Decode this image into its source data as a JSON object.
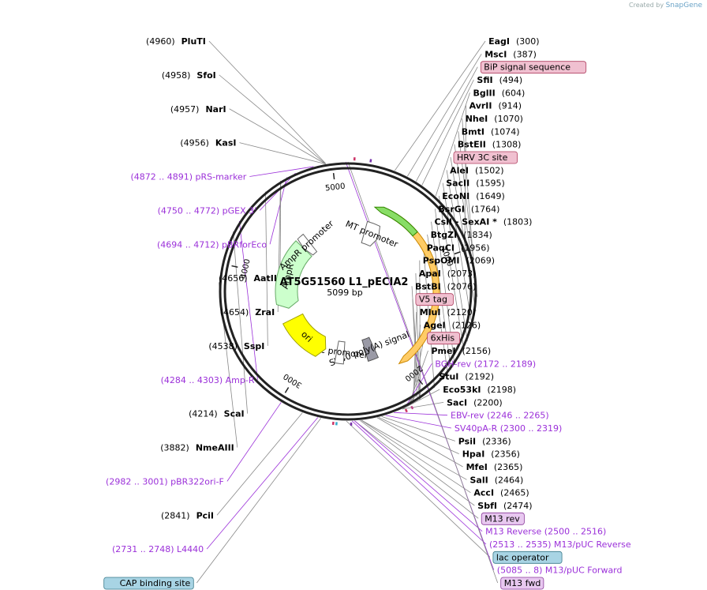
{
  "brand": {
    "prefix": "Created by",
    "name": "SnapGene"
  },
  "plasmid": {
    "name": "AT5G51560 L1_pECIA2",
    "size_label": "5099 bp",
    "length": 5099
  },
  "ruler": [
    {
      "bp": 1000,
      "label": "1000"
    },
    {
      "bp": 2000,
      "label": "2000"
    },
    {
      "bp": 3000,
      "label": "3000"
    },
    {
      "bp": 4000,
      "label": "4000"
    },
    {
      "bp": 5000,
      "label": "5000"
    }
  ],
  "features": [
    {
      "name": "MT promoter",
      "start": 220,
      "end": 420,
      "color": "#ffffff",
      "stroke": "#666666",
      "direction": 1,
      "ring": 1
    },
    {
      "name": "SV40 poly(A) signal",
      "start": 2200,
      "end": 2320,
      "color": "#9a9aa6",
      "stroke": "#555555",
      "direction": 0,
      "ring": 1
    },
    {
      "name": "lac promoter",
      "start": 2600,
      "end": 2700,
      "color": "#ffffff",
      "stroke": "#666666",
      "direction": 0,
      "ring": 1
    },
    {
      "name": "ori",
      "start": 2850,
      "end": 3450,
      "color": "#ffff00",
      "stroke": "#a0a000",
      "direction": -1,
      "ring": 1
    },
    {
      "name": "AmpR",
      "start": 3600,
      "end": 4450,
      "color": "#ccffcc",
      "stroke": "#66aa66",
      "direction": -1,
      "ring": 1
    },
    {
      "name": "AmpR promoter",
      "start": 4450,
      "end": 4560,
      "color": "#ffffff",
      "stroke": "#666666",
      "direction": -1,
      "ring": 1
    },
    {
      "name": "",
      "start": 450,
      "end": 2050,
      "color": "#ffcc66",
      "stroke": "#cc8800",
      "direction": 1,
      "ring": 2
    },
    {
      "name": "",
      "start": 250,
      "end": 700,
      "color": "#88dd66",
      "stroke": "#338800",
      "direction": -1,
      "ring": 2
    }
  ],
  "markers": [
    {
      "bp": 40,
      "color": "#cc3366"
    },
    {
      "bp": 140,
      "color": "#7733aa"
    },
    {
      "bp": 2530,
      "color": "#7733aa"
    },
    {
      "bp": 2620,
      "color": "#33aacc"
    },
    {
      "bp": 2640,
      "color": "#cc3366"
    },
    {
      "bp": 2180,
      "color": "#cc3366"
    },
    {
      "bp": 2140,
      "color": "#bb4488"
    }
  ],
  "labels": [
    {
      "kind": "primer",
      "text": "(5085 .. 8)  M13/pUC Forward",
      "bp": 5085,
      "anchor": "end"
    },
    {
      "kind": "box",
      "text": "M13 fwd",
      "bp": 5099,
      "box_color": "#e8c8f0",
      "box_stroke": "#8a3a9a",
      "anchor": "start"
    },
    {
      "kind": "enzyme",
      "name": "PluTI",
      "pos": "(4960)",
      "bp": 4960,
      "anchor": "end"
    },
    {
      "kind": "enzyme",
      "name": "SfoI",
      "pos": "(4958)",
      "bp": 4958,
      "anchor": "end"
    },
    {
      "kind": "enzyme",
      "name": "NarI",
      "pos": "(4957)",
      "bp": 4957,
      "anchor": "end"
    },
    {
      "kind": "enzyme",
      "name": "KasI",
      "pos": "(4956)",
      "bp": 4956,
      "anchor": "end"
    },
    {
      "kind": "primer",
      "text": "(4872 .. 4891)  pRS-marker",
      "bp": 4880,
      "anchor": "end"
    },
    {
      "kind": "primer",
      "text": "(4750 .. 4772)  pGEX 3'",
      "bp": 4760,
      "anchor": "end"
    },
    {
      "kind": "primer",
      "text": "(4694 .. 4712)  pBRforEco",
      "bp": 4700,
      "anchor": "end"
    },
    {
      "kind": "enzyme",
      "name": "AatII",
      "pos": "(4656)",
      "bp": 4656,
      "anchor": "end"
    },
    {
      "kind": "enzyme",
      "name": "ZraI",
      "pos": "(4654)",
      "bp": 4654,
      "anchor": "end"
    },
    {
      "kind": "enzyme",
      "name": "SspI",
      "pos": "(4538)",
      "bp": 4538,
      "anchor": "end"
    },
    {
      "kind": "primer",
      "text": "(4284 .. 4303)  Amp-R",
      "bp": 4290,
      "anchor": "end"
    },
    {
      "kind": "enzyme",
      "name": "ScaI",
      "pos": "(4214)",
      "bp": 4214,
      "anchor": "end"
    },
    {
      "kind": "enzyme",
      "name": "NmeAIII",
      "pos": "(3882)",
      "bp": 3882,
      "anchor": "end"
    },
    {
      "kind": "enzyme",
      "name": "EagI",
      "pos": "(300)",
      "bp": 300,
      "anchor": "start"
    },
    {
      "kind": "enzyme",
      "name": "MscI",
      "pos": "(387)",
      "bp": 387,
      "anchor": "start"
    },
    {
      "kind": "box",
      "text": "BiP signal sequence",
      "bp": 450,
      "box_color": "#f0c0d0",
      "box_stroke": "#b04060",
      "anchor": "start"
    },
    {
      "kind": "enzyme",
      "name": "SfiI",
      "pos": "(494)",
      "bp": 494,
      "anchor": "start"
    },
    {
      "kind": "enzyme",
      "name": "BglII",
      "pos": "(604)",
      "bp": 604,
      "anchor": "start"
    },
    {
      "kind": "enzyme",
      "name": "AvrII",
      "pos": "(914)",
      "bp": 914,
      "anchor": "start"
    },
    {
      "kind": "enzyme",
      "name": "NheI",
      "pos": "(1070)",
      "bp": 1070,
      "anchor": "start"
    },
    {
      "kind": "enzyme",
      "name": "BmtI",
      "pos": "(1074)",
      "bp": 1074,
      "anchor": "start"
    },
    {
      "kind": "enzyme",
      "name": "BstEII",
      "pos": "(1308)",
      "bp": 1308,
      "anchor": "start"
    },
    {
      "kind": "box",
      "text": "HRV 3C site",
      "bp": 1400,
      "box_color": "#f0c0d0",
      "box_stroke": "#b04060",
      "anchor": "start"
    },
    {
      "kind": "enzyme",
      "name": "AleI",
      "pos": "(1502)",
      "bp": 1502,
      "anchor": "start"
    },
    {
      "kind": "enzyme",
      "name": "SacII",
      "pos": "(1595)",
      "bp": 1595,
      "anchor": "start"
    },
    {
      "kind": "enzyme",
      "name": "EcoNI",
      "pos": "(1649)",
      "bp": 1649,
      "anchor": "start"
    },
    {
      "kind": "enzyme",
      "name": "BsrGI",
      "pos": "(1764)",
      "bp": 1764,
      "anchor": "start"
    },
    {
      "kind": "enzyme",
      "name": "CsiI  -  SexAI *",
      "pos": "(1803)",
      "bp": 1803,
      "anchor": "start"
    },
    {
      "kind": "enzyme",
      "name": "BtgZI",
      "pos": "(1834)",
      "bp": 1834,
      "anchor": "start"
    },
    {
      "kind": "enzyme",
      "name": "PaqCI",
      "pos": "(1956)",
      "bp": 1956,
      "anchor": "start"
    },
    {
      "kind": "enzyme",
      "name": "PspOMI",
      "pos": "(2069)",
      "bp": 2069,
      "anchor": "start"
    },
    {
      "kind": "enzyme",
      "name": "ApaI",
      "pos": "(2073)",
      "bp": 2073,
      "anchor": "start"
    },
    {
      "kind": "enzyme",
      "name": "BstBI",
      "pos": "(2076)",
      "bp": 2076,
      "anchor": "start"
    },
    {
      "kind": "box",
      "text": "V5 tag",
      "bp": 2090,
      "box_color": "#f0c0d0",
      "box_stroke": "#b04060",
      "anchor": "start"
    },
    {
      "kind": "enzyme",
      "name": "MluI",
      "pos": "(2120)",
      "bp": 2120,
      "anchor": "start"
    },
    {
      "kind": "enzyme",
      "name": "AgeI",
      "pos": "(2126)",
      "bp": 2126,
      "anchor": "start"
    },
    {
      "kind": "box",
      "text": "6xHis",
      "bp": 2140,
      "box_color": "#f0c0d0",
      "box_stroke": "#b04060",
      "anchor": "start"
    },
    {
      "kind": "enzyme",
      "name": "PmeI",
      "pos": "(2156)",
      "bp": 2156,
      "anchor": "start"
    },
    {
      "kind": "primer",
      "text": "BGH-rev  (2172 .. 2189)",
      "bp": 2180,
      "anchor": "start"
    },
    {
      "kind": "enzyme",
      "name": "StuI",
      "pos": "(2192)",
      "bp": 2192,
      "anchor": "start"
    },
    {
      "kind": "enzyme",
      "name": "Eco53kI",
      "pos": "(2198)",
      "bp": 2198,
      "anchor": "start"
    },
    {
      "kind": "enzyme",
      "name": "SacI",
      "pos": "(2200)",
      "bp": 2200,
      "anchor": "start"
    },
    {
      "kind": "primer",
      "text": "EBV-rev  (2246 .. 2265)",
      "bp": 2255,
      "anchor": "end"
    },
    {
      "kind": "primer",
      "text": "SV40pA-R  (2300 .. 2319)",
      "bp": 2310,
      "anchor": "end"
    },
    {
      "kind": "enzyme",
      "name": "PsiI",
      "pos": "(2336)",
      "bp": 2336,
      "anchor": "end"
    },
    {
      "kind": "enzyme",
      "name": "HpaI",
      "pos": "(2356)",
      "bp": 2356,
      "anchor": "end"
    },
    {
      "kind": "enzyme",
      "name": "MfeI",
      "pos": "(2365)",
      "bp": 2365,
      "anchor": "end"
    },
    {
      "kind": "enzyme",
      "name": "SalI",
      "pos": "(2464)",
      "bp": 2464,
      "anchor": "end"
    },
    {
      "kind": "enzyme",
      "name": "AccI",
      "pos": "(2465)",
      "bp": 2465,
      "anchor": "end"
    },
    {
      "kind": "enzyme",
      "name": "SbfI",
      "pos": "(2474)",
      "bp": 2474,
      "anchor": "end"
    },
    {
      "kind": "box",
      "text": "M13 rev",
      "bp": 2508,
      "box_color": "#e8c8f0",
      "box_stroke": "#8a3a9a",
      "anchor": "start"
    },
    {
      "kind": "primer",
      "text": "M13 Reverse    (2500 .. 2516)",
      "bp": 2508,
      "anchor": "start"
    },
    {
      "kind": "box",
      "text": "lac operator",
      "bp": 2560,
      "box_color": "#a8d4e4",
      "box_stroke": "#3a7a8a",
      "anchor": "start"
    },
    {
      "kind": "primer",
      "text": "(2513 .. 2535)  M13/pUC Reverse",
      "bp": 2524,
      "anchor": "start"
    },
    {
      "kind": "box",
      "text": "CAP binding site",
      "bp": 2720,
      "box_color": "#a8d4e4",
      "box_stroke": "#3a7a8a",
      "anchor": "start"
    },
    {
      "kind": "primer",
      "text": "(2731 .. 2748)  L4440",
      "bp": 2740,
      "anchor": "end"
    },
    {
      "kind": "enzyme",
      "name": "PciI",
      "pos": "(2841)",
      "bp": 2841,
      "anchor": "end"
    },
    {
      "kind": "primer",
      "text": "(2982 .. 3001)  pBR322ori-F",
      "bp": 2990,
      "anchor": "end"
    }
  ]
}
